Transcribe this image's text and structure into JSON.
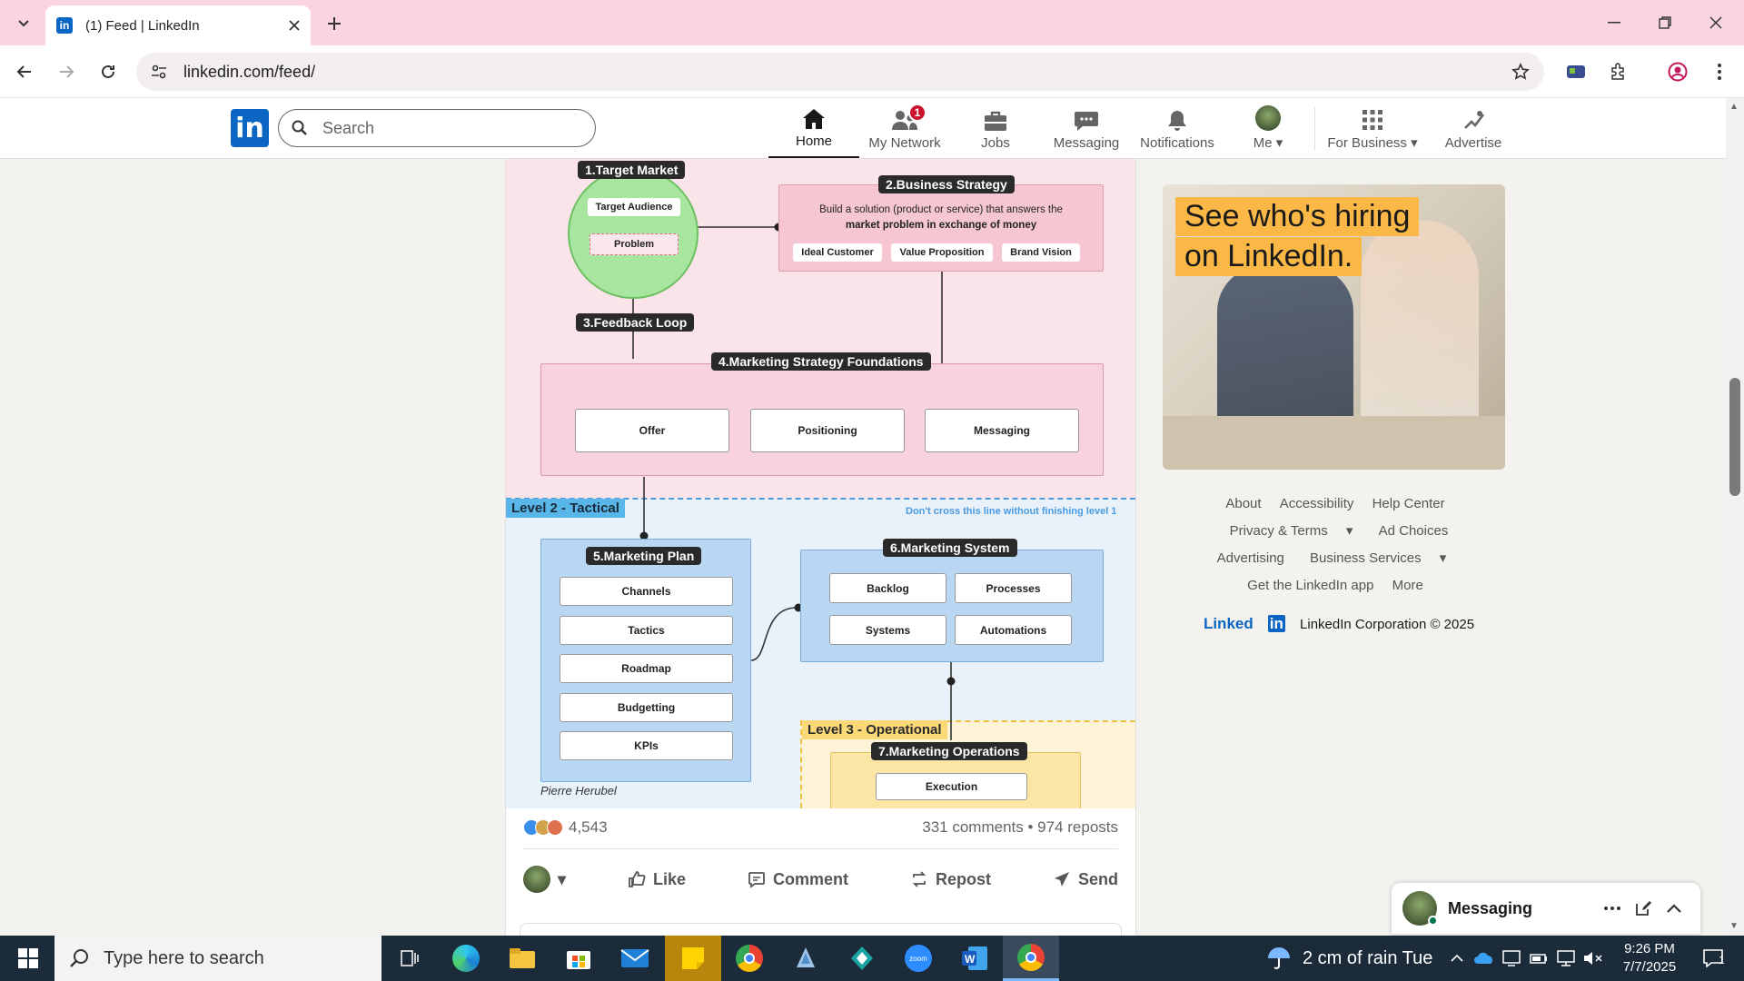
{
  "browser": {
    "tab_title": "(1) Feed | LinkedIn",
    "url": "linkedin.com/feed/"
  },
  "linkedin": {
    "search_placeholder": "Search",
    "nav": [
      {
        "label": "Home",
        "icon": "home-icon",
        "active": true
      },
      {
        "label": "My Network",
        "icon": "network-icon",
        "badge": "1"
      },
      {
        "label": "Jobs",
        "icon": "briefcase-icon"
      },
      {
        "label": "Messaging",
        "icon": "chat-icon"
      },
      {
        "label": "Notifications",
        "icon": "bell-icon"
      },
      {
        "label": "Me",
        "icon": "avatar"
      },
      {
        "label": "For Business",
        "icon": "grid-icon"
      },
      {
        "label": "Advertise",
        "icon": "advertise-icon"
      }
    ]
  },
  "diagram": {
    "s1_title": "1.Target Market",
    "s1_audience": "Target Audience",
    "s1_problem": "Problem",
    "s2_title": "2.Business Strategy",
    "s2_desc1": "Build a solution (product or service) that answers the",
    "s2_desc2": "market problem in exchange of money",
    "s2_items": [
      "Ideal Customer",
      "Value Proposition",
      "Brand Vision"
    ],
    "s3_title": "3.Feedback Loop",
    "s4_title": "4.Marketing Strategy Foundations",
    "s4_items": [
      "Offer",
      "Positioning",
      "Messaging"
    ],
    "level2": "Level 2 - Tactical",
    "warning": "Don't cross this line without finishing level 1",
    "s5_title": "5.Marketing Plan",
    "s5_items": [
      "Channels",
      "Tactics",
      "Roadmap",
      "Budgetting",
      "KPIs"
    ],
    "s6_title": "6.Marketing System",
    "s6_items": [
      "Backlog",
      "Processes",
      "Systems",
      "Automations"
    ],
    "level3": "Level 3 - Operational",
    "s7_title": "7.Marketing Operations",
    "s7_items": [
      "Execution"
    ],
    "author": "Pierre Herubel"
  },
  "post": {
    "reactions": "4,543",
    "comments": "331 comments • 974 reposts",
    "actions": [
      "Like",
      "Comment",
      "Repost",
      "Send"
    ]
  },
  "ad": {
    "line1": "See who's hiring",
    "line2": "on LinkedIn."
  },
  "footer": {
    "links": [
      "About",
      "Accessibility",
      "Help Center",
      "Privacy & Terms",
      "Ad Choices",
      "Advertising",
      "Business Services",
      "Get the LinkedIn app",
      "More"
    ],
    "brand": "Linked",
    "brand_in": "in",
    "copyright": "LinkedIn Corporation © 2025"
  },
  "messaging": {
    "label": "Messaging"
  },
  "taskbar": {
    "search_placeholder": "Type here to search",
    "weather": "2 cm of rain Tue",
    "time": "9:26 PM",
    "date": "7/7/2025",
    "notif_count": "1"
  },
  "colors": {
    "brand": "#0a66c2",
    "pink_area": "#fbe3ea",
    "blue_area": "#e9f1fb",
    "yellow_area": "#fdf3d6"
  }
}
